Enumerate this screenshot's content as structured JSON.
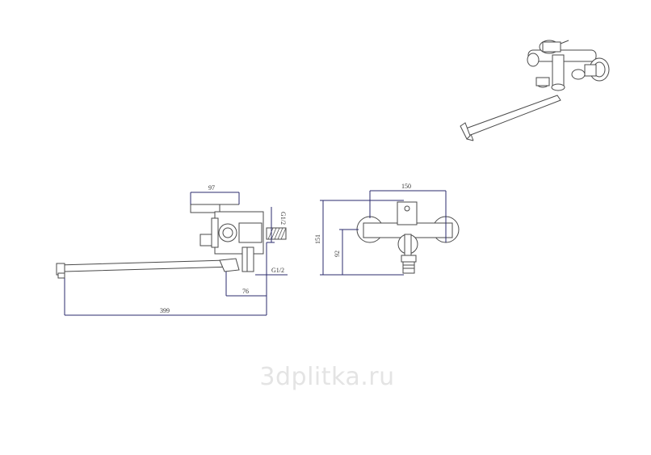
{
  "dimensions": {
    "side_handle_width": "97",
    "thread_top": "G1/2",
    "thread_bottom": "G1/2",
    "body_offset": "76",
    "spout_length": "399",
    "centers_spacing": "150",
    "overall_height": "151",
    "outlet_height": "92"
  },
  "watermark": "3dplitka.ru"
}
